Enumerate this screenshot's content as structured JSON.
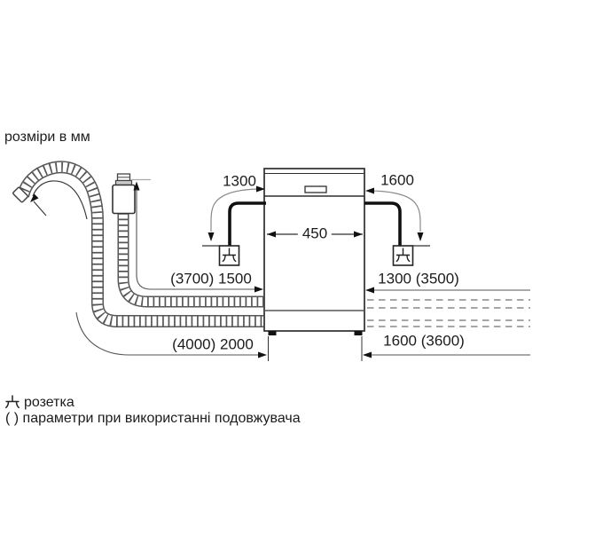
{
  "title": "розміри в мм",
  "dimensions": {
    "cable_left": "1300",
    "cable_right": "1600",
    "appliance_width": "450",
    "supply_hose_left": "(3700) 1500",
    "supply_hose_right": "1300 (3500)",
    "drain_hose_left": "(4000) 2000",
    "drain_hose_right": "1600 (3600)"
  },
  "legend": {
    "socket": "розетка",
    "note": "( ) параметри при використанні подовжувача"
  },
  "colors": {
    "ink": "#1c1c1c",
    "hose_gray": "#565656",
    "guide_gray": "#8a8a8a",
    "dash_gray": "#9a9a9a"
  }
}
